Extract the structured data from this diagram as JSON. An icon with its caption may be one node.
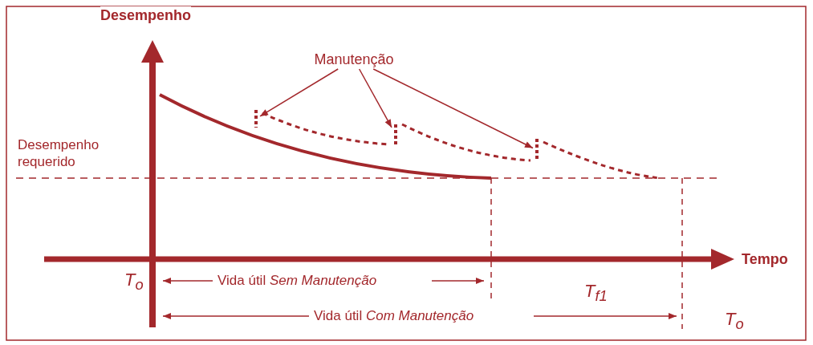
{
  "diagram": {
    "nodes": [
      {
        "text": [
          "Manutenção"
        ]
      },
      {
        "text": [],
        "shape": "bar"
      },
      {
        "text": [],
        "shape": "bar"
      },
      {
        "text": [],
        "shape": "bar"
      }
    ],
    "edges": [
      {
        "from": 0,
        "to": 1,
        "arrow": "to"
      },
      {
        "from": 0,
        "to": 2,
        "arrow": "to"
      },
      {
        "from": 0,
        "to": 3,
        "arrow": "to"
      }
    ],
    "labels": [
      "Desempenho",
      "Desempenho requerido",
      "Tempo",
      "T$_{o}$",
      "Vida útil *Sem Manutenção*",
      "T$_{f1}$",
      "Vida útil *Com Manutenção*",
      "T$_{o}$"
    ]
  }
}
